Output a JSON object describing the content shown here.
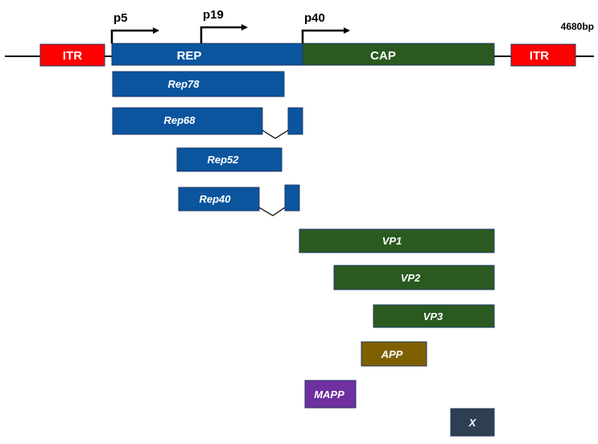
{
  "genome": {
    "length_label": "4680bp",
    "itr_left": "ITR",
    "itr_right": "ITR",
    "rep": "REP",
    "cap": "CAP"
  },
  "promoters": {
    "p5": "p5",
    "p19": "p19",
    "p40": "p40"
  },
  "proteins": {
    "rep78": "Rep78",
    "rep68": "Rep68",
    "rep52": "Rep52",
    "rep40": "Rep40",
    "vp1": "VP1",
    "vp2": "VP2",
    "vp3": "VP3",
    "app": "APP",
    "mapp": "MAPP",
    "x": "X"
  },
  "colors": {
    "itr": "#ff0000",
    "rep": "#0b559f",
    "cap": "#2a5a1f",
    "app": "#7f6000",
    "mapp": "#7030a0",
    "x": "#2e3f52",
    "outline": "#1f3864",
    "line": "#000000",
    "label_text": "#ffffff"
  }
}
